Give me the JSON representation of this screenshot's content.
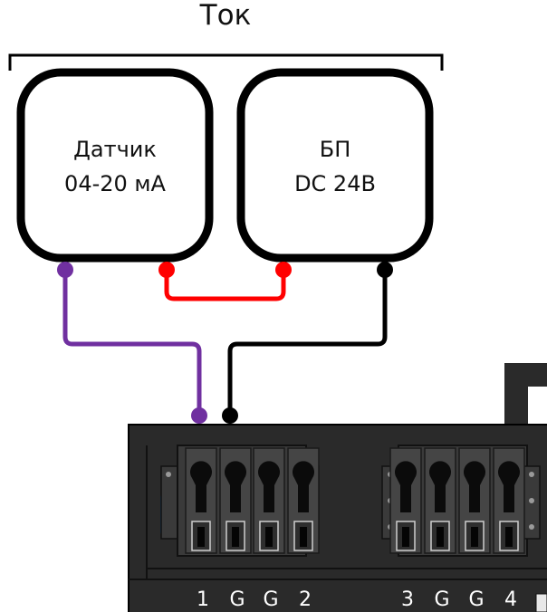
{
  "title": "Ток",
  "sensor": {
    "line1": "Датчик",
    "line2": "04-20 мА"
  },
  "power_supply": {
    "line1": "БП",
    "line2": "DC 24В"
  },
  "terminals_left": [
    "1",
    "G",
    "G",
    "2"
  ],
  "terminals_right": [
    "3",
    "G",
    "G",
    "4"
  ],
  "colors": {
    "signal_wire": "#7030a0",
    "positive_wire": "#ff0000",
    "negative_wire": "#000000",
    "device_body": "#2a2a2a",
    "indicator": "#1a7fd4"
  }
}
